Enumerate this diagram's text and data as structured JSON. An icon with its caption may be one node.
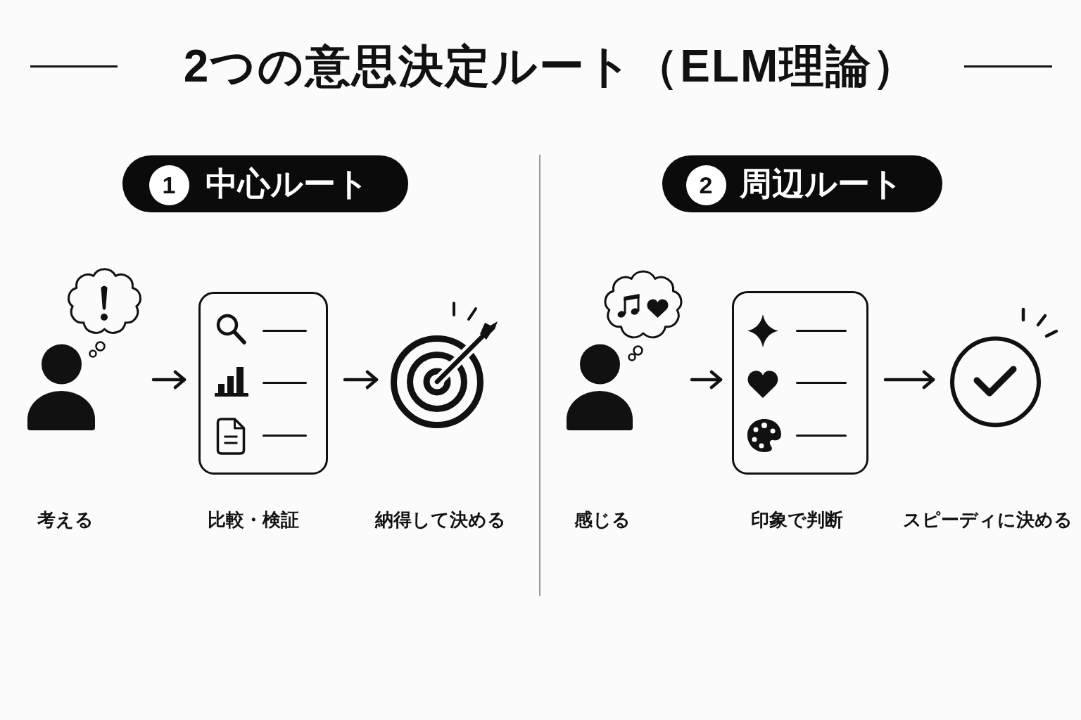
{
  "diagram": {
    "title": "2つの意思決定ルート（ELM理論）",
    "nodes": [
      {
        "text": [
          "中心ルート"
        ]
      },
      {
        "text": [
          "1"
        ],
        "in": 0
      },
      {
        "text": [],
        "shape": "person"
      },
      {
        "text": [],
        "shape": "box"
      },
      {
        "text": [],
        "shape": "picture"
      },
      {
        "text": [
          "周辺ルート"
        ]
      },
      {
        "text": [
          "2"
        ],
        "in": 5
      },
      {
        "text": [],
        "shape": "person"
      },
      {
        "text": [],
        "shape": "box"
      },
      {
        "text": [],
        "shape": "circle"
      }
    ],
    "edges": [
      {
        "from": 2,
        "to": 3,
        "arrow": "to"
      },
      {
        "from": 3,
        "to": 4,
        "arrow": "to"
      },
      {
        "from": 7,
        "to": 8,
        "arrow": "to"
      },
      {
        "from": 8,
        "to": 9,
        "arrow": "to"
      }
    ],
    "labels": [
      "考える",
      "比較・検証",
      "納得して決める",
      "感じる",
      "印象で判断",
      "スピーディに決める"
    ]
  }
}
